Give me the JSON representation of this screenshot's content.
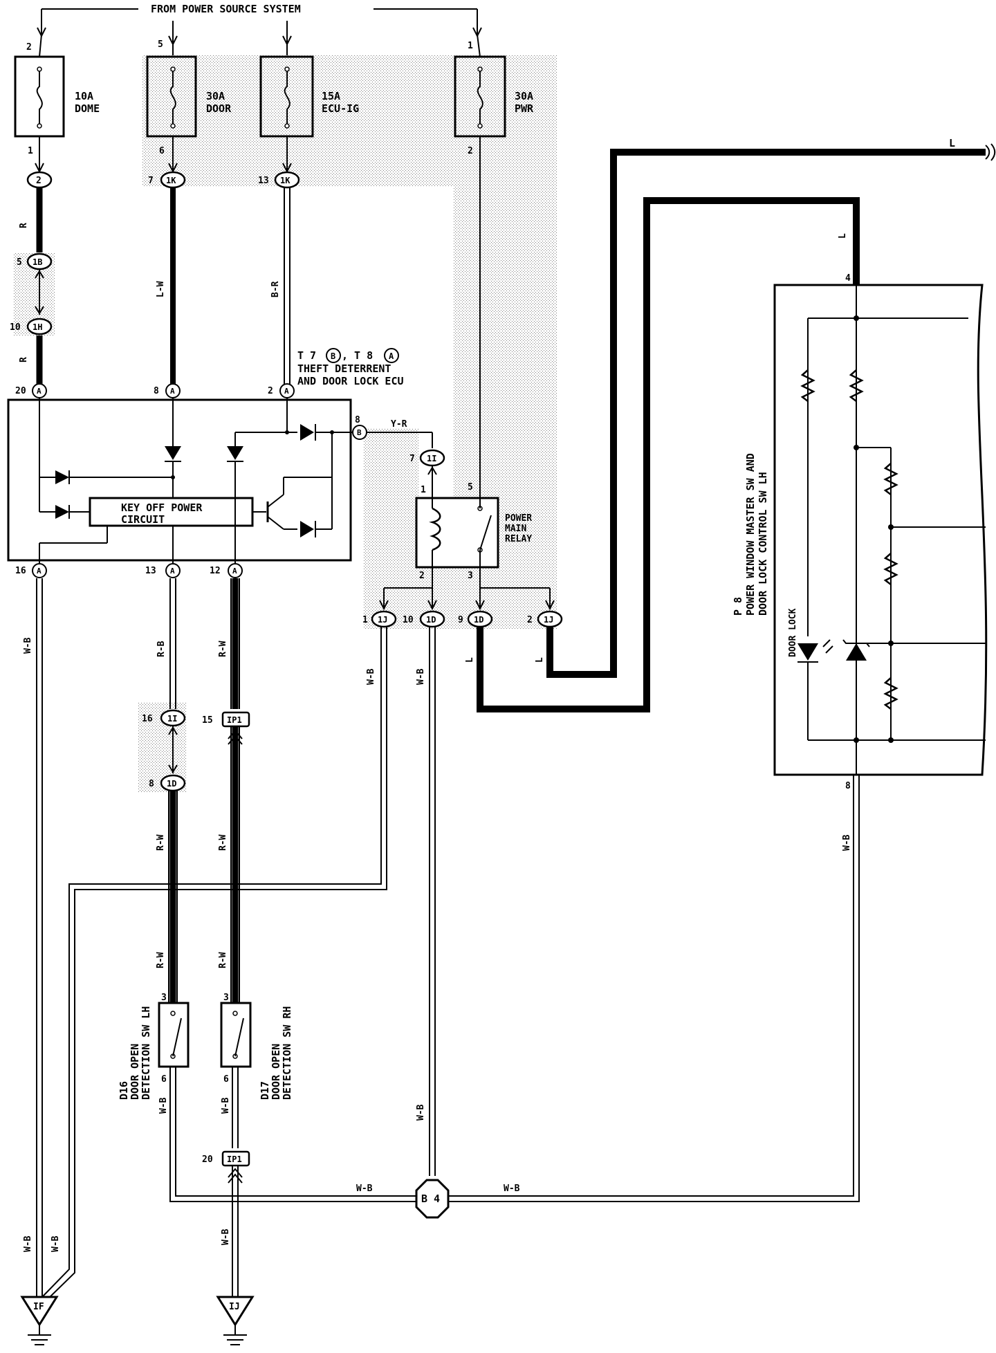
{
  "header": {
    "source": "FROM POWER SOURCE SYSTEM"
  },
  "fuses": [
    {
      "id": "fuse-dome",
      "rating": "10A",
      "name": "DOME",
      "pin_top": "2",
      "pin_bottom": "1"
    },
    {
      "id": "fuse-door",
      "rating": "30A",
      "name": "DOOR",
      "pin_top": "5",
      "pin_bottom": "6"
    },
    {
      "id": "fuse-ecu-ig",
      "rating": "15A",
      "name": "ECU-IG",
      "pin_top": "",
      "pin_bottom": ""
    },
    {
      "id": "fuse-pwr",
      "rating": "30A",
      "name": "PWR",
      "pin_top": "1",
      "pin_bottom": "2"
    }
  ],
  "connectors": {
    "c2": "2",
    "c1k_a_pin": "7",
    "c1k_a": "1K",
    "c1k_b_pin": "13",
    "c1k_b": "1K",
    "c1b_pin": "5",
    "c1b": "1B",
    "c1h_pin": "10",
    "c1h": "1H",
    "c1i_top_pin": "7",
    "c1i_top": "1I",
    "c1i_mid_pin": "16",
    "c1i_mid": "1I",
    "c1d_low_pin": "8",
    "c1d_low": "1D",
    "cipi_a_pin": "15",
    "cipi_a": "IP1",
    "cipi_b_pin": "20",
    "cipi_b": "IP1",
    "c1j_a_pin": "1",
    "c1j_a": "1J",
    "c1d_a_pin": "10",
    "c1d_a": "1D",
    "c1d_b_pin": "9",
    "c1d_b": "1D",
    "c1j_b_pin": "2",
    "c1j_b": "1J"
  },
  "wires": {
    "r": "R",
    "lw": "L-W",
    "br": "B-R",
    "yr": "Y-R",
    "wb": "W-B",
    "rb": "R-B",
    "rw": "R-W",
    "l": "L"
  },
  "ecu": {
    "title_line1": "T 7",
    "title_b": "B",
    "title_sep": ", T 8",
    "title_a": "A",
    "name_line1": "THEFT DETERRENT",
    "name_line2": "AND DOOR LOCK ECU",
    "circuit_line1": "KEY OFF POWER",
    "circuit_line2": "CIRCUIT",
    "pin_20": "20",
    "pin_8a": "8",
    "pin_2": "2",
    "pin_8b": "8",
    "pin_16": "16",
    "pin_13": "13",
    "pin_12": "12",
    "conn_a": "A",
    "conn_b": "B"
  },
  "relay": {
    "line1": "POWER",
    "line2": "MAIN",
    "line3": "RELAY",
    "pin_1": "1",
    "pin_5": "5",
    "pin_2": "2",
    "pin_3": "3"
  },
  "switch_lh": {
    "code": "D16",
    "line1": "DOOR OPEN",
    "line2": "DETECTION SW LH",
    "pin_3": "3",
    "pin_6": "6"
  },
  "switch_rh": {
    "code": "D17",
    "line1": "DOOR OPEN",
    "line2": "DETECTION SW RH",
    "pin_3": "3",
    "pin_6": "6"
  },
  "master_sw": {
    "code": "P 8",
    "line1": "POWER WINDOW MASTER SW AND",
    "line2": "DOOR LOCK CONTROL SW LH",
    "door_lock": "DOOR LOCK",
    "pin_4": "4",
    "pin_8": "8"
  },
  "junction": {
    "label": "B 4"
  },
  "grounds": {
    "left": "IF",
    "right": "IJ"
  }
}
